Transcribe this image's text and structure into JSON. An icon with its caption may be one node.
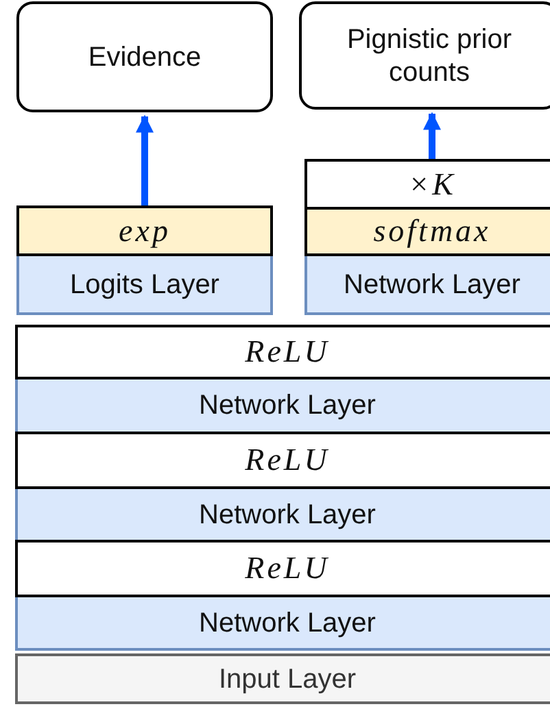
{
  "diagram": {
    "nodes": [
      {
        "text": [
          "Evidence"
        ]
      },
      {
        "text": [
          "Pignistic prior counts"
        ]
      },
      {
        "text": [
          "exp"
        ]
      },
      {
        "text": [
          "Logits Layer"
        ]
      },
      {
        "text": [
          "×K"
        ]
      },
      {
        "text": [
          "softmax"
        ]
      },
      {
        "text": [
          "Network Layer"
        ]
      },
      {
        "text": [
          "ReLU"
        ]
      },
      {
        "text": [
          "Network Layer"
        ]
      },
      {
        "text": [
          "ReLU"
        ]
      },
      {
        "text": [
          "Network Layer"
        ]
      },
      {
        "text": [
          "ReLU"
        ]
      },
      {
        "text": [
          "Network Layer"
        ]
      },
      {
        "text": [
          "Input Layer"
        ]
      }
    ],
    "edges": [
      {
        "from": 2,
        "to": 0,
        "arrow": "to"
      },
      {
        "from": 4,
        "to": 1,
        "arrow": "to"
      }
    ]
  }
}
